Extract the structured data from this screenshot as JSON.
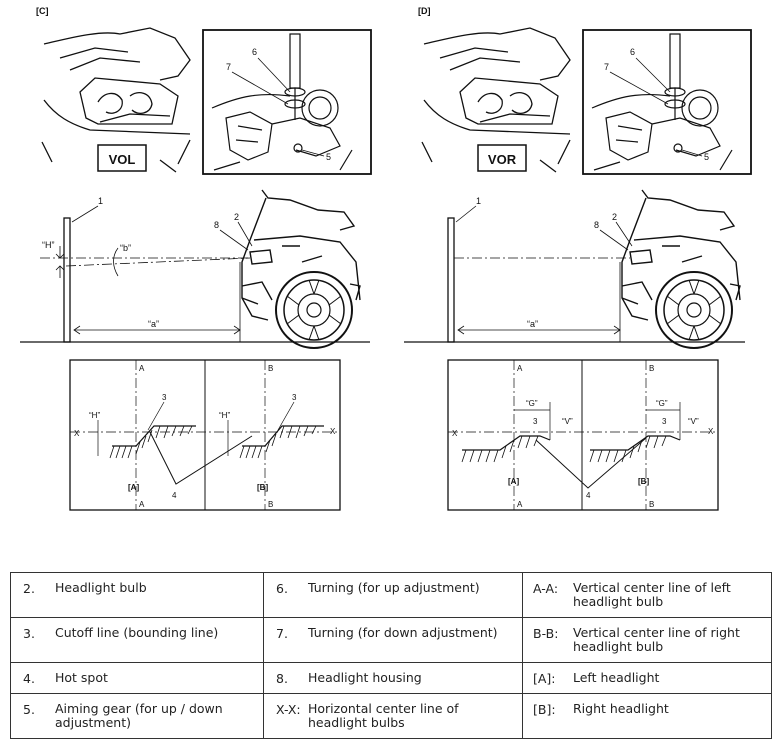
{
  "panels": {
    "left_tag": "[C]",
    "right_tag": "[D]",
    "left_badge": "VOL",
    "right_badge": "VOR"
  },
  "callouts": {
    "n1": "1",
    "n2": "2",
    "n3": "3",
    "n4": "4",
    "n5": "5",
    "n6": "6",
    "n7": "7",
    "n8": "8"
  },
  "dims": {
    "H": "“H”",
    "b": "“b”",
    "a": "“a”",
    "G": "“G”",
    "V": "“V”"
  },
  "axes": {
    "A": "A",
    "B": "B",
    "X": "X",
    "left_bracket": "[A]",
    "right_bracket": "[B]"
  },
  "legend": {
    "rows": [
      [
        {
          "num": "2.",
          "text": "Headlight bulb"
        },
        {
          "num": "6.",
          "text": "Turning (for up adjustment)"
        },
        {
          "num": "A-A:",
          "text": "Vertical center line of left headlight bulb"
        }
      ],
      [
        {
          "num": "3.",
          "text": "Cutoff line (bounding line)"
        },
        {
          "num": "7.",
          "text": "Turning (for down adjustment)"
        },
        {
          "num": "B-B:",
          "text": "Vertical center line of right headlight bulb"
        }
      ],
      [
        {
          "num": "4.",
          "text": "Hot spot"
        },
        {
          "num": "8.",
          "text": "Headlight housing"
        },
        {
          "num": "[A]:",
          "text": "Left headlight"
        }
      ],
      [
        {
          "num": "5.",
          "text": "Aiming gear (for up / down adjustment)"
        },
        {
          "num": "X-X:",
          "text": "Horizontal center line of headlight bulbs"
        },
        {
          "num": "[B]:",
          "text": "Right headlight"
        }
      ]
    ]
  }
}
